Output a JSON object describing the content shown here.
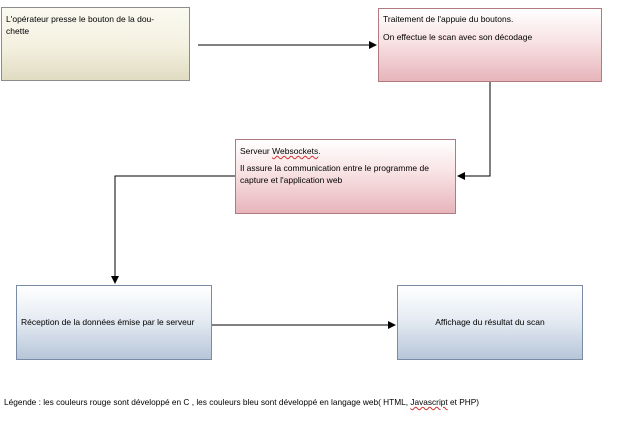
{
  "nodes": {
    "operator": {
      "text": "L'opérateur presse  le bouton de la dou-chette"
    },
    "processing": {
      "line1": "Traitement de l'appuie du boutons.",
      "line2": "On effectue le scan avec son décodage"
    },
    "server": {
      "title_word1": "Serveur ",
      "title_word2": "Websockets",
      "title_end": ".",
      "desc": "Il assure la communication entre le programme  de capture et l'application web"
    },
    "reception": {
      "text": "Réception de la données émise par le serveur"
    },
    "display": {
      "text": "Affichage du résultat du scan"
    }
  },
  "legend": {
    "part1": "Légende : les couleurs rouge sont développé en C , les couleurs bleu sont développé en langage web( HTML, ",
    "part2": "Javascript",
    "part3": " et PHP)"
  },
  "colors": {
    "beige_fill": "#f3f0e0",
    "red_fill": "#e7b5bb",
    "blue_fill": "#b7c6d9",
    "arrow": "#000000"
  }
}
